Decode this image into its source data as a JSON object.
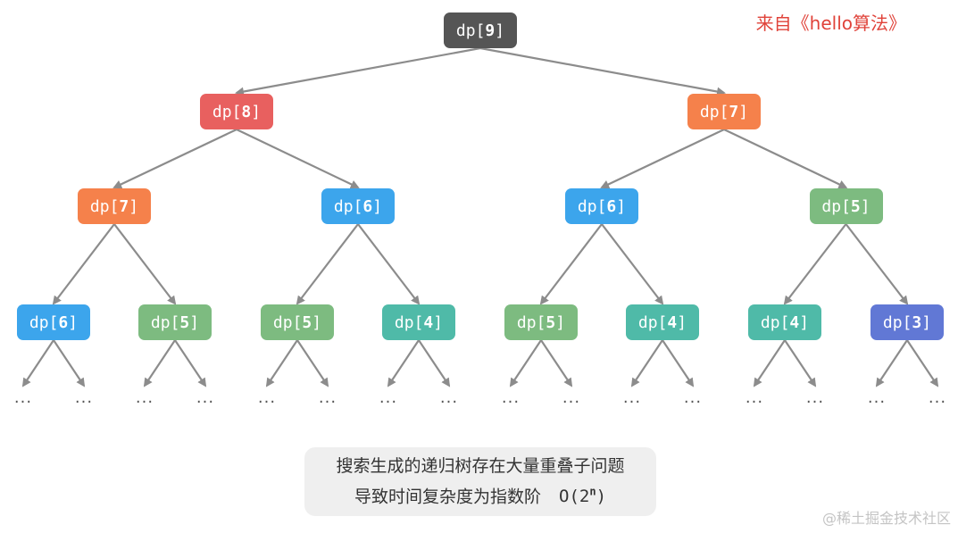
{
  "source_label": "来自《hello算法》",
  "watermark": "@稀土掘金技术社区",
  "caption": {
    "line1": "搜索生成的递归树存在大量重叠子问题",
    "line2_text": "导致时间复杂度为指数阶",
    "line2_formula_base": "O(2",
    "line2_formula_exp": "n",
    "line2_formula_close": ")"
  },
  "ellipsis_text": "···",
  "node_prefix": "dp[",
  "node_suffix": "]",
  "colors": {
    "9": "#555555",
    "8": "#e8605f",
    "7": "#f5814b",
    "6": "#3ca5ec",
    "5": "#7dbb80",
    "4": "#4fbaa8",
    "3": "#6178d5",
    "edge": "#8c8c8c"
  },
  "tree": {
    "nodes": [
      {
        "id": "n9",
        "value": "9",
        "level": 0
      },
      {
        "id": "n8",
        "value": "8",
        "level": 1,
        "parent": "n9"
      },
      {
        "id": "n7a",
        "value": "7",
        "level": 1,
        "parent": "n9"
      },
      {
        "id": "n7b",
        "value": "7",
        "level": 2,
        "parent": "n8"
      },
      {
        "id": "n6a",
        "value": "6",
        "level": 2,
        "parent": "n8"
      },
      {
        "id": "n6b",
        "value": "6",
        "level": 2,
        "parent": "n7a"
      },
      {
        "id": "n5a",
        "value": "5",
        "level": 2,
        "parent": "n7a"
      },
      {
        "id": "l1",
        "value": "6",
        "level": 3,
        "parent": "n7b"
      },
      {
        "id": "l2",
        "value": "5",
        "level": 3,
        "parent": "n7b"
      },
      {
        "id": "l3",
        "value": "5",
        "level": 3,
        "parent": "n6a"
      },
      {
        "id": "l4",
        "value": "4",
        "level": 3,
        "parent": "n6a"
      },
      {
        "id": "l5",
        "value": "5",
        "level": 3,
        "parent": "n6b"
      },
      {
        "id": "l6",
        "value": "4",
        "level": 3,
        "parent": "n6b"
      },
      {
        "id": "l7",
        "value": "4",
        "level": 3,
        "parent": "n5a"
      },
      {
        "id": "l8",
        "value": "3",
        "level": 3,
        "parent": "n5a"
      }
    ]
  }
}
